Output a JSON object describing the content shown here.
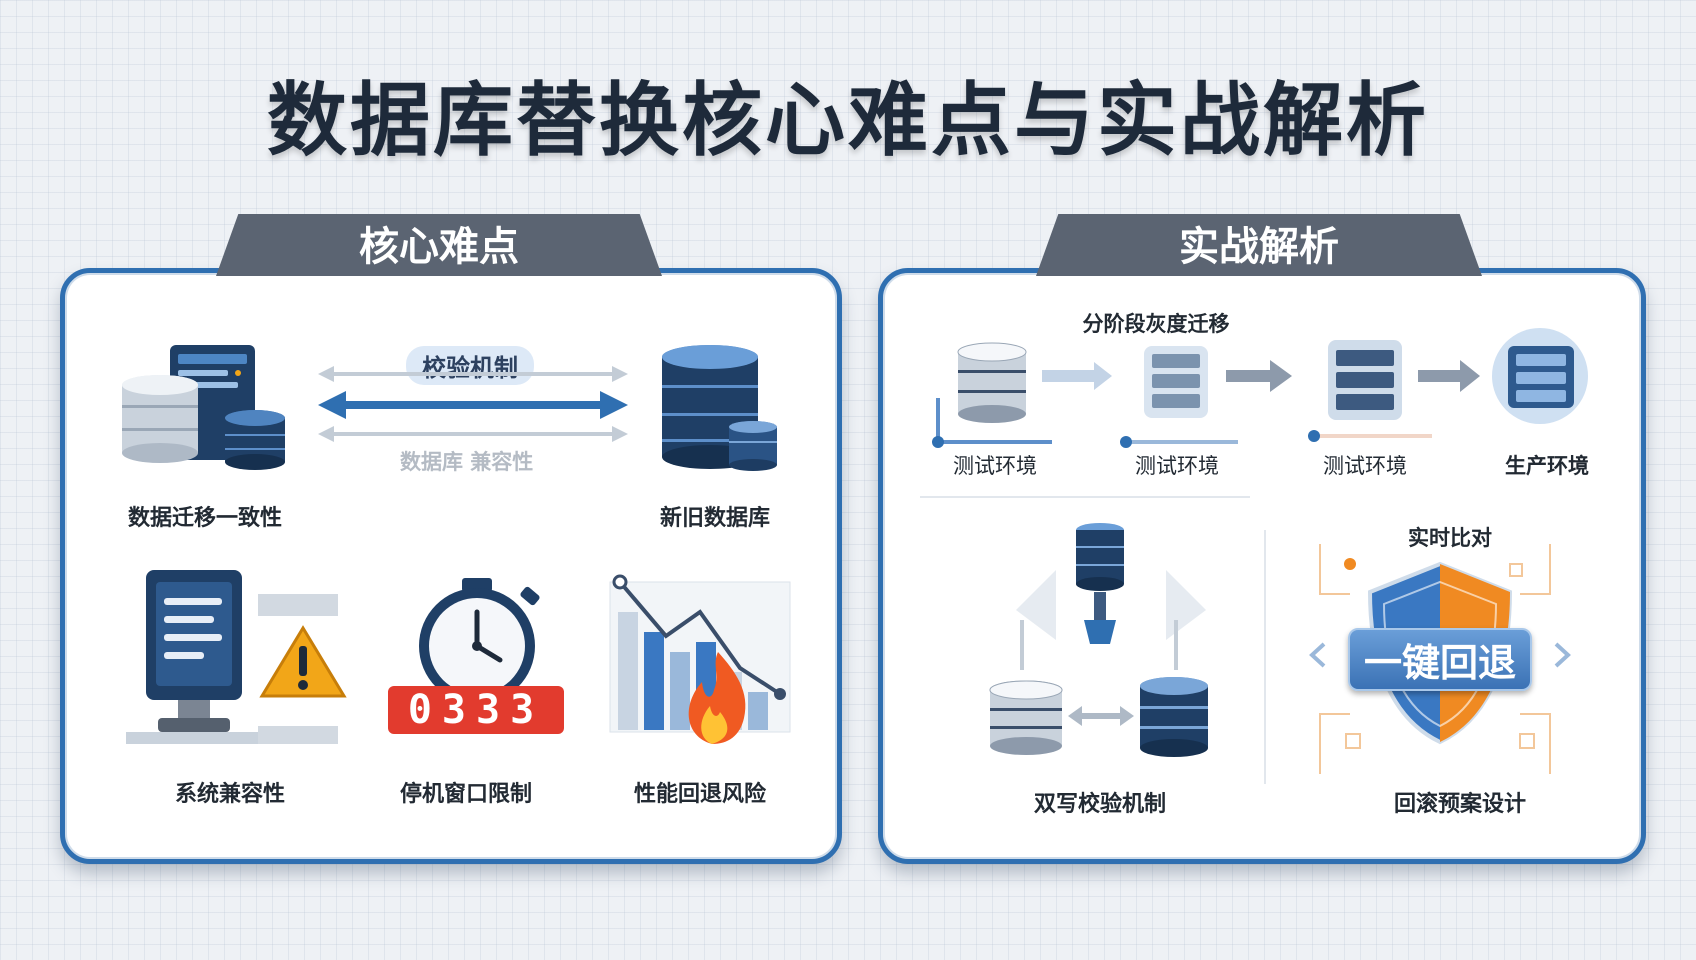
{
  "title": "数据库替换核心难点与实战解析",
  "left_panel": {
    "tab": "核心难点",
    "verify_label": "校验机制",
    "faded_label": "数据库 兼容性",
    "items": {
      "migration": "数据迁移一致性",
      "old_new_db": "新旧数据库",
      "compat": "系统兼容性",
      "downtime": "停机窗口限制",
      "perf": "性能回退风险"
    },
    "timer_digits": "0333"
  },
  "right_panel": {
    "tab": "实战解析",
    "phased_title": "分阶段灰度迁移",
    "stages": [
      "测试环境",
      "测试环境",
      "测试环境",
      "生产环境"
    ],
    "dual_write": "双写校验机制",
    "realtime_compare": "实时比对",
    "rollback_button": "一键回退",
    "rollback_plan": "回滚预案设计"
  },
  "colors": {
    "panel_border": "#2f6fb1",
    "tab_bg": "#5b6472",
    "db_dark": "#1f3f66",
    "accent_blue": "#3a78c2",
    "warning": "#f2a618",
    "timer_red": "#e23b2e",
    "shield_orange": "#f08a22"
  }
}
